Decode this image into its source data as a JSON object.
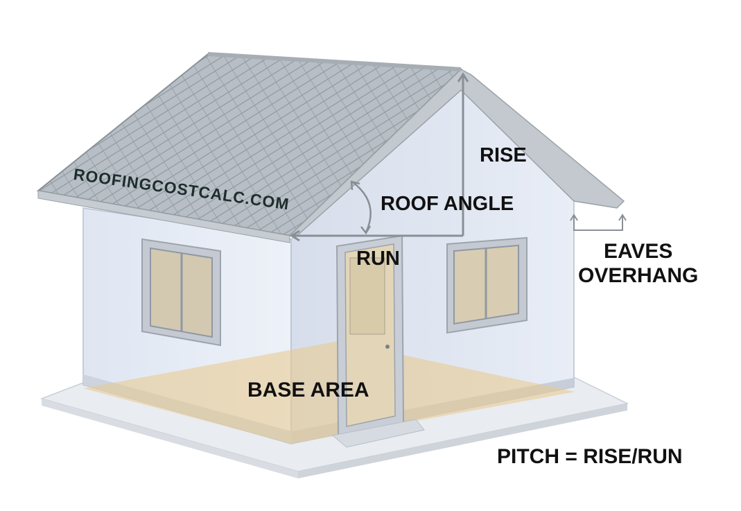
{
  "diagram": {
    "watermark": "ROOFINGCOSTCALC.COM",
    "labels": {
      "rise": "RISE",
      "roof_angle": "ROOF ANGLE",
      "run": "RUN",
      "eaves_line1": "EAVES",
      "eaves_line2": "OVERHANG",
      "base_area": "BASE AREA",
      "pitch_formula": "PITCH = RISE/RUN"
    },
    "colors": {
      "wall": "#e6ebf5",
      "wall_shadow": "#d4dbe8",
      "roof": "#b9c0c6",
      "base_highlight": "#e9c98a",
      "label_text": "#111111",
      "watermark_text": "#1d2d2c"
    }
  }
}
